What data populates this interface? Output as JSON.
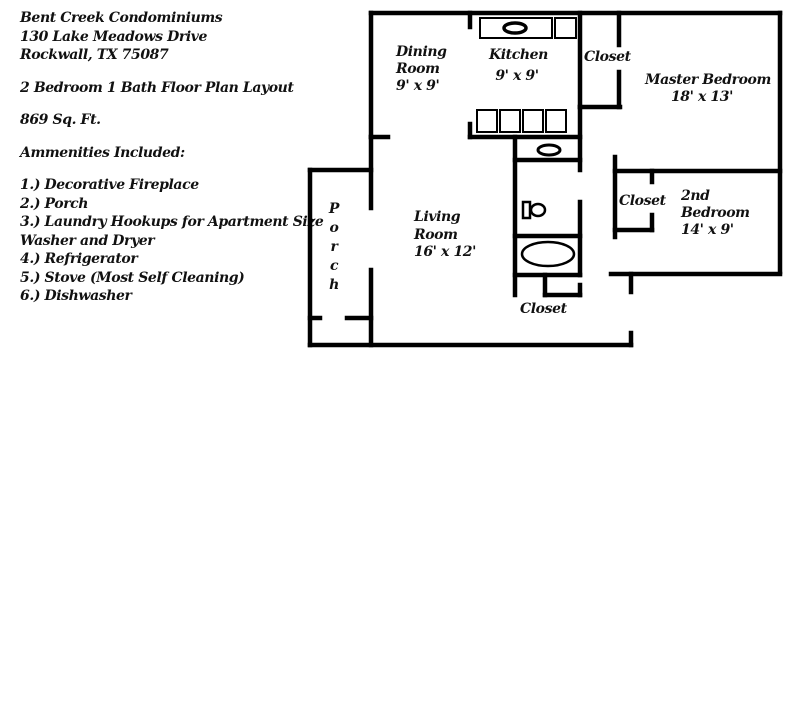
{
  "header": {
    "property_name": "Bent Creek Condominiums",
    "address_line1": "130 Lake Meadows Drive",
    "address_line2": "Rockwall, TX 75087",
    "layout_title": "2 Bedroom 1 Bath Floor Plan Layout",
    "square_feet": "869 Sq. Ft.",
    "amenities_heading": "Ammenities Included:"
  },
  "amenities": [
    "1.) Decorative Fireplace",
    "2.) Porch",
    "3.) Laundry Hookups for Apartment Size",
    "Washer and Dryer",
    "4.) Refrigerator",
    "5.) Stove (Most Self Cleaning)",
    "6.) Dishwasher"
  ],
  "rooms": {
    "dining": {
      "name_line1": "Dining",
      "name_line2": "Room",
      "size": "9' x 9'"
    },
    "kitchen": {
      "name": "Kitchen",
      "size": "9' x 9'"
    },
    "closet_master": {
      "name": "Closet"
    },
    "master_bedroom": {
      "name": "Master Bedroom",
      "size": "18' x 13'"
    },
    "living": {
      "name_line1": "Living",
      "name_line2": "Room",
      "size": "16' x 12'"
    },
    "porch": {
      "letters": [
        "P",
        "o",
        "r",
        "c",
        "h"
      ]
    },
    "closet_second": {
      "name": "Closet"
    },
    "second_bedroom": {
      "name_line1": "2nd",
      "name_line2": "Bedroom",
      "size": "14' x 9'"
    },
    "closet_hall": {
      "name": "Closet"
    }
  },
  "colors": {
    "wall": "#000000",
    "background": "#ffffff",
    "text": "#111111"
  }
}
